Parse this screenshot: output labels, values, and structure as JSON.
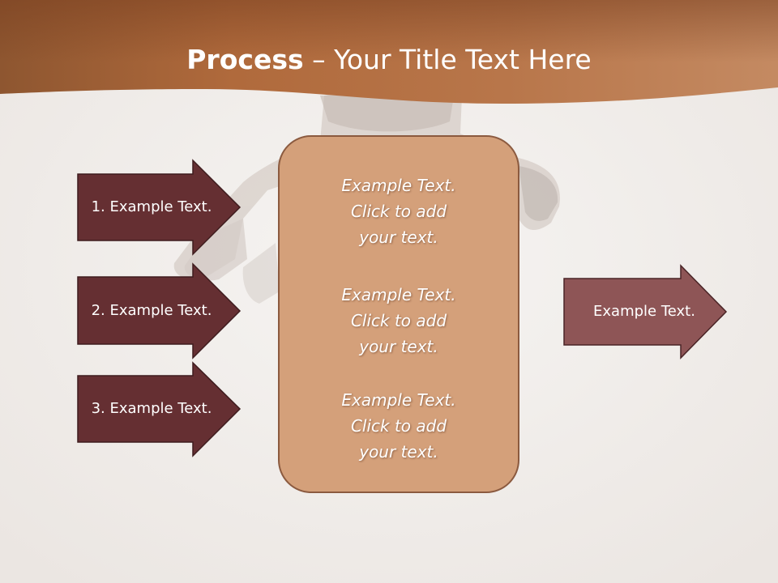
{
  "slide": {
    "title_bold": "Process",
    "title_rest": " – Your Title Text Here",
    "left_arrows": [
      {
        "label": "1. Example Text."
      },
      {
        "label": "2. Example Text."
      },
      {
        "label": "3. Example Text."
      }
    ],
    "center_panel": [
      {
        "line1": "Example Text.",
        "line2": "Click  to add",
        "line3": "your text."
      },
      {
        "line1": "Example Text.",
        "line2": "Click  to add",
        "line3": "your text."
      },
      {
        "line1": "Example Text.",
        "line2": "Click  to add",
        "line3": "your text."
      }
    ],
    "right_arrow": {
      "label": "Example Text."
    }
  },
  "colors": {
    "banner_light": "#c98a5c",
    "banner_dark": "#8c5028",
    "left_arrow_fill": "#652f32",
    "right_arrow_fill": "#8e5556",
    "panel_fill": "#d4a07a",
    "panel_border": "#8b5a3f",
    "background": "#f4f1ef"
  }
}
